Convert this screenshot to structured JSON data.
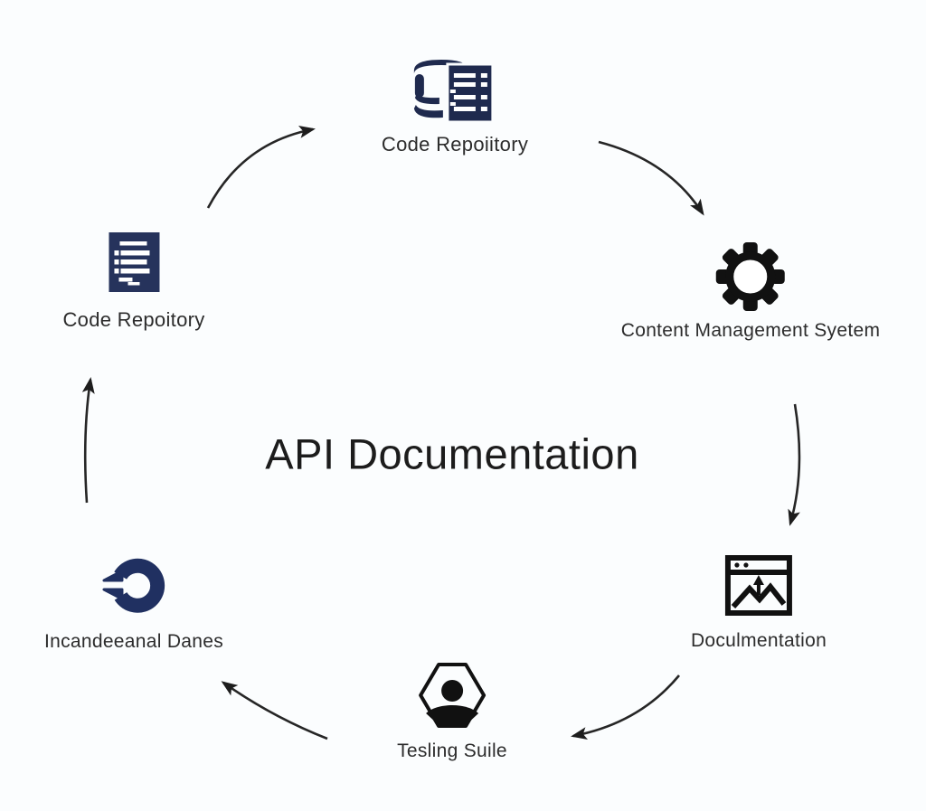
{
  "diagram": {
    "title": "API Documentation",
    "flow_direction": "clockwise",
    "colors": {
      "navy_icon": "#1f2a4e",
      "outline_icon": "#111111",
      "arrow": "#262626",
      "text": "#2c2c2c",
      "background": "#fbfdfe"
    },
    "nodes": [
      {
        "id": "top",
        "label": "Code Repoiitory",
        "icon": "database-document-icon"
      },
      {
        "id": "right",
        "label": "Content Management Syetem",
        "icon": "gear-icon"
      },
      {
        "id": "bottom-right",
        "label": "Doculmentation",
        "icon": "browser-image-icon"
      },
      {
        "id": "bottom",
        "label": "Tesling Suile",
        "icon": "hexagon-user-icon"
      },
      {
        "id": "bottom-left",
        "label": "Incandeeanal Danes",
        "icon": "donut-chart-icon"
      },
      {
        "id": "top-left",
        "label": "Code Repoitory",
        "icon": "document-list-icon"
      }
    ]
  }
}
